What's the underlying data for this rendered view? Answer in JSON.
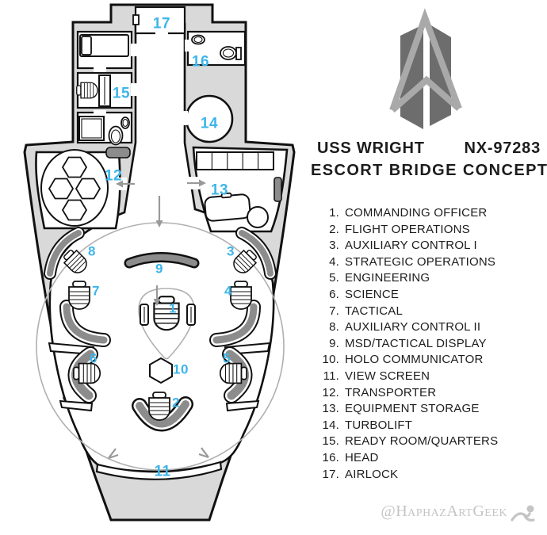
{
  "header": {
    "ship_name": "USS WRIGHT",
    "registry": "NX-97283",
    "subtitle": "ESCORT BRIDGE CONCEPT"
  },
  "legend": {
    "items": [
      {
        "num": "1.",
        "label": "COMMANDING OFFICER"
      },
      {
        "num": "2.",
        "label": "FLIGHT OPERATIONS"
      },
      {
        "num": "3.",
        "label": "AUXILIARY CONTROL I"
      },
      {
        "num": "4.",
        "label": "STRATEGIC OPERATIONS"
      },
      {
        "num": "5.",
        "label": "ENGINEERING"
      },
      {
        "num": "6.",
        "label": "SCIENCE"
      },
      {
        "num": "7.",
        "label": "TACTICAL"
      },
      {
        "num": "8.",
        "label": "AUXILIARY CONTROL II"
      },
      {
        "num": "9.",
        "label": "MSD/TACTICAL DISPLAY"
      },
      {
        "num": "10.",
        "label": "HOLO COMMUNICATOR"
      },
      {
        "num": "11.",
        "label": "VIEW SCREEN"
      },
      {
        "num": "12.",
        "label": "TRANSPORTER"
      },
      {
        "num": "13.",
        "label": "EQUIPMENT STORAGE"
      },
      {
        "num": "14.",
        "label": "TURBOLIFT"
      },
      {
        "num": "15.",
        "label": "READY ROOM/QUARTERS"
      },
      {
        "num": "16.",
        "label": "HEAD"
      },
      {
        "num": "17.",
        "label": "AIRLOCK"
      }
    ]
  },
  "stations": [
    "1",
    "2",
    "3",
    "4",
    "5",
    "6",
    "7",
    "8",
    "9",
    "10",
    "11",
    "12",
    "13",
    "14",
    "15",
    "16",
    "17"
  ],
  "watermark": {
    "handle": "@HaphazArtGeek"
  },
  "colors": {
    "station_label_cyan": "#3db5ea",
    "hull_gray": "#d9d9d9",
    "console_gray": "#8c8c8c",
    "logo_dark": "#6d6d6d",
    "logo_light": "#a9a9a9",
    "outline": "#111111",
    "watermark_gray": "#c4c4c4"
  }
}
